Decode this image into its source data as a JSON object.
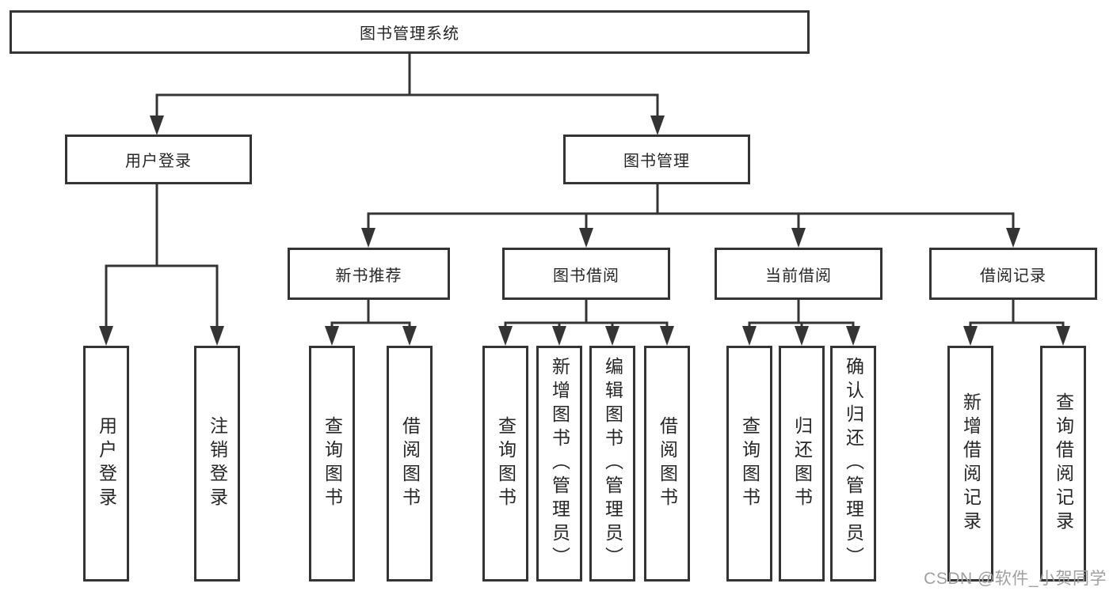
{
  "root": {
    "label": "图书管理系统"
  },
  "branches": [
    {
      "label": "用户登录",
      "children": [
        {
          "label": "用户登录"
        },
        {
          "label": "注销登录"
        }
      ]
    },
    {
      "label": "图书管理",
      "groups": [
        {
          "label": "新书推荐",
          "children": [
            {
              "label": "查询图书"
            },
            {
              "label": "借阅图书"
            }
          ]
        },
        {
          "label": "图书借阅",
          "children": [
            {
              "label": "查询图书"
            },
            {
              "label": "新增图书（管理员）"
            },
            {
              "label": "编辑图书（管理员）"
            },
            {
              "label": "借阅图书"
            }
          ]
        },
        {
          "label": "当前借阅",
          "children": [
            {
              "label": "查询图书"
            },
            {
              "label": "归还图书"
            },
            {
              "label": "确认归还（管理员）"
            }
          ]
        },
        {
          "label": "借阅记录",
          "children": [
            {
              "label": "新增借阅记录"
            },
            {
              "label": "查询借阅记录"
            }
          ]
        }
      ]
    }
  ],
  "watermark": {
    "text": "CSDN @软件_小贺同学"
  },
  "colors": {
    "line": "#343434",
    "text": "#262626",
    "watermark": "#9f9f9f",
    "background": "#ffffff"
  }
}
